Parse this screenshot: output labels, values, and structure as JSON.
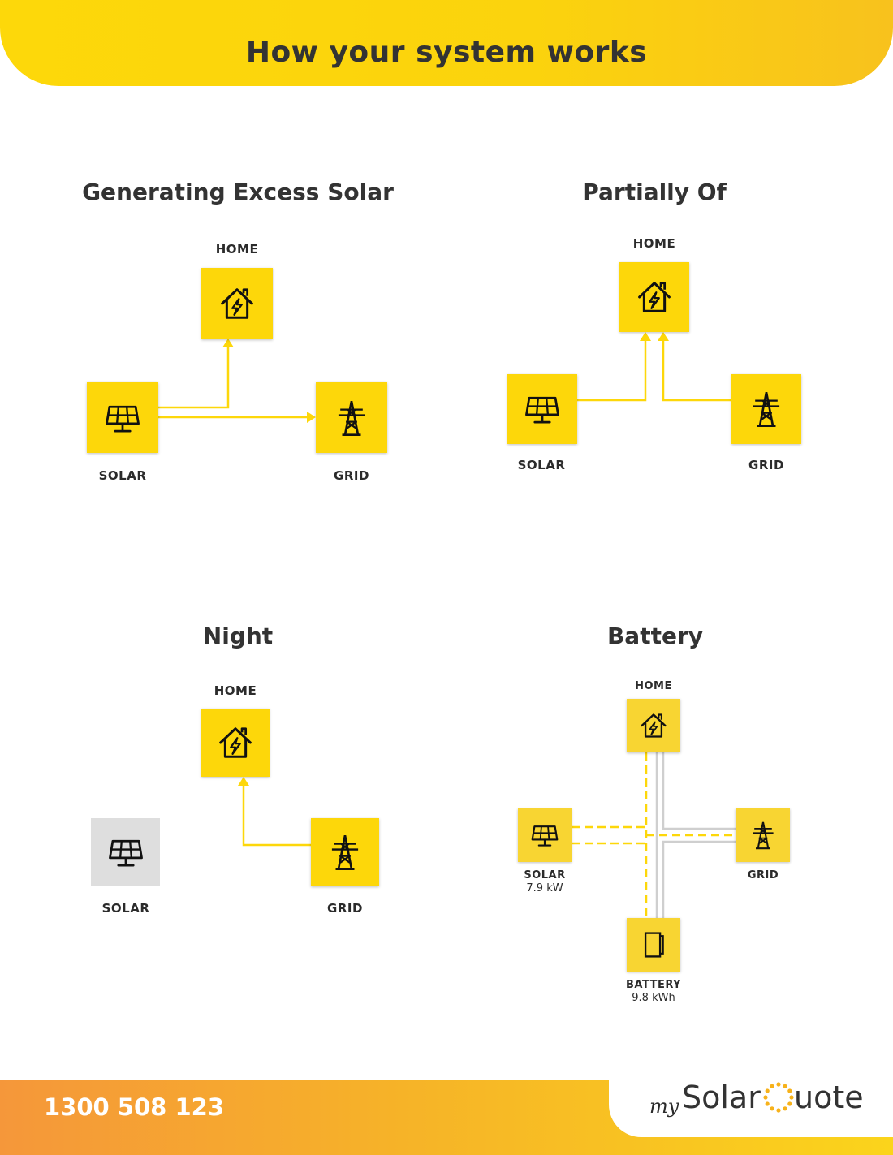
{
  "header": {
    "title": "How your system works"
  },
  "colors": {
    "brand_yellow": "#fdd70a",
    "inactive_grey": "#dedede",
    "text_dark": "#333333",
    "footer_orange": "#f5973a"
  },
  "sections": {
    "excess": {
      "title": "Generating Excess Solar",
      "home_label": "HOME",
      "solar_label": "SOLAR",
      "grid_label": "GRID"
    },
    "partial": {
      "title": "Partially Of",
      "home_label": "HOME",
      "solar_label": "SOLAR",
      "grid_label": "GRID"
    },
    "night": {
      "title": "Night",
      "home_label": "HOME",
      "solar_label": "SOLAR",
      "grid_label": "GRID"
    },
    "battery": {
      "title": "Battery",
      "home_label": "HOME",
      "solar_label": "SOLAR",
      "solar_value": "7.9 kW",
      "grid_label": "GRID",
      "battery_label": "BATTERY",
      "battery_value": "9.8 kWh"
    }
  },
  "icons": {
    "home": "house-lightning-icon",
    "solar": "solar-panel-icon",
    "grid": "power-pylon-icon",
    "battery": "battery-icon"
  },
  "footer": {
    "phone": "1300 508 123",
    "logo_my": "my",
    "logo_solar": "Solar",
    "logo_uote": "uote"
  }
}
